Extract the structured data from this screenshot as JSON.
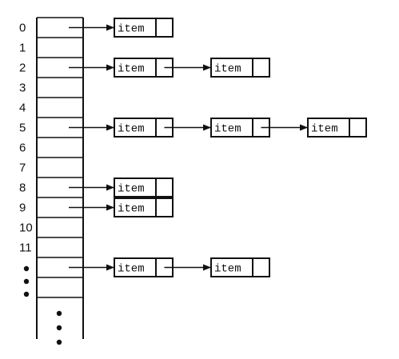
{
  "diagram": {
    "index_labels": [
      "0",
      "1",
      "2",
      "3",
      "4",
      "5",
      "6",
      "7",
      "8",
      "9",
      "10",
      "11"
    ],
    "item_label": "item",
    "chains": [
      {
        "index": "0",
        "length": 1
      },
      {
        "index": "2",
        "length": 2
      },
      {
        "index": "5",
        "length": 3
      },
      {
        "index": "8",
        "length": 1
      },
      {
        "index": "9",
        "length": 1
      },
      {
        "index": "ellipsis",
        "length": 2
      }
    ],
    "index_ellipsis": "vertical-dots",
    "table_continuation": "vertical-dots"
  },
  "colors": {
    "stroke": "#111111",
    "background": "#ffffff"
  }
}
